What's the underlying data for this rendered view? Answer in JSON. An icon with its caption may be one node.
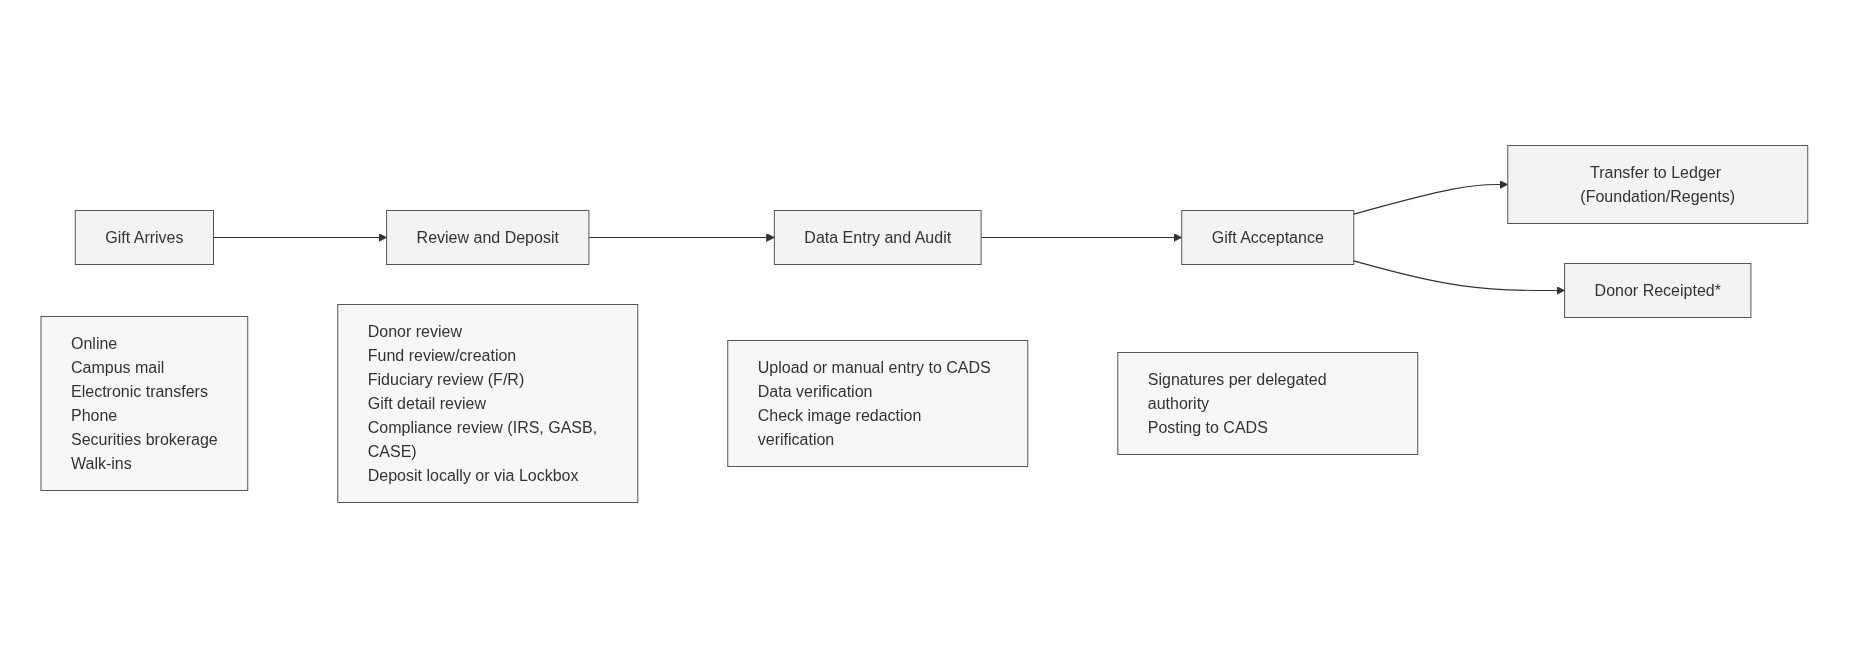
{
  "diagram": {
    "nodes": [
      {
        "text": [
          "Gift Arrives"
        ]
      },
      {
        "text": [
          "Review and Deposit"
        ]
      },
      {
        "text": [
          "Data Entry and Audit"
        ]
      },
      {
        "text": [
          "Gift Acceptance"
        ]
      },
      {
        "text": [
          "Transfer to Ledger (Foundation/Regents)"
        ]
      },
      {
        "text": [
          "Donor Receipted*"
        ]
      },
      {
        "text": [
          "Online",
          "Campus mail",
          "Electronic transfers",
          "Phone",
          "Securities brokerage",
          "Walk-ins"
        ]
      },
      {
        "text": [
          "Donor review",
          "Fund review/creation",
          "Fiduciary review (F/R)",
          "Gift detail review",
          "Compliance review (IRS, GASB, CASE)",
          "Deposit locally or via Lockbox"
        ]
      },
      {
        "text": [
          "Upload or manual entry to CADS",
          "Data verification",
          "Check image redaction verification"
        ]
      },
      {
        "text": [
          "Signatures per delegated authority",
          "Posting to CADS"
        ]
      }
    ],
    "edges": [
      {
        "from": 0,
        "to": 1,
        "arrow": "to"
      },
      {
        "from": 1,
        "to": 2,
        "arrow": "to"
      },
      {
        "from": 2,
        "to": 3,
        "arrow": "to"
      },
      {
        "from": 3,
        "to": 4,
        "arrow": "to"
      },
      {
        "from": 3,
        "to": 5,
        "arrow": "to"
      }
    ]
  }
}
